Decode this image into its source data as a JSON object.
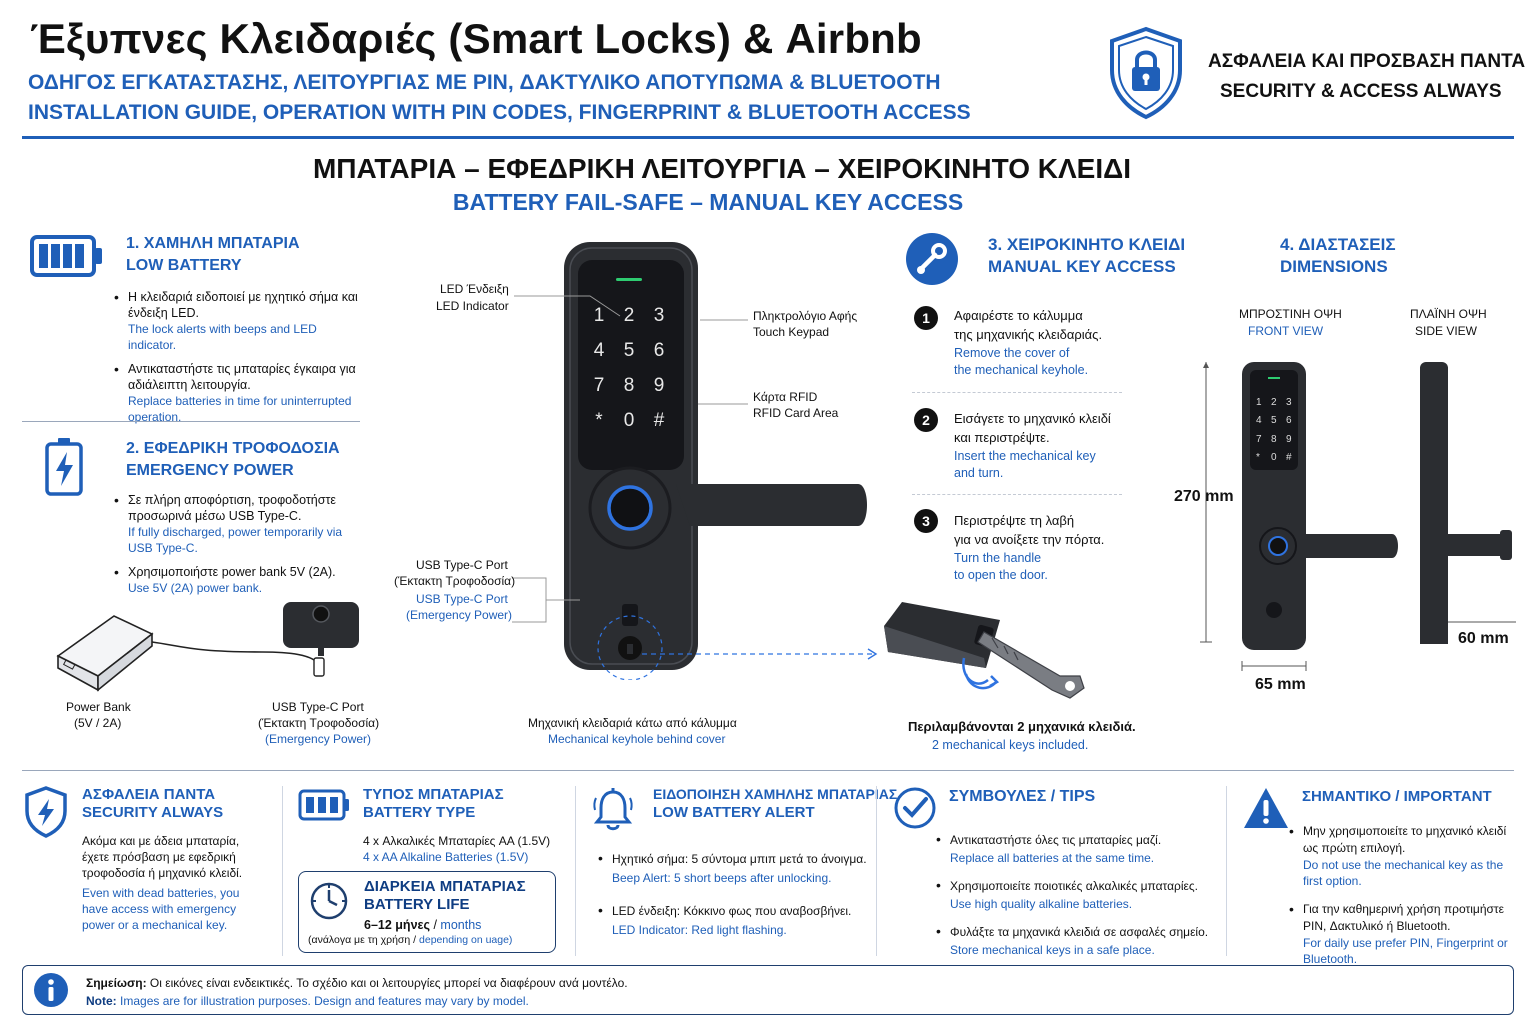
{
  "header": {
    "title": "Έξυπνες Κλειδαριές (Smart Locks) & Airbnb",
    "subtitle_gr": "ΟΔΗΓΟΣ ΕΓΚΑΤΑΣΤΑΣΗΣ, ΛΕΙΤΟΥΡΓΙΑΣ ΜΕ PIN, ΔΑΚΤΥΛΙΚΟ ΑΠΟΤΥΠΩΜΑ & BLUETOOTH",
    "subtitle_en": "INSTALLATION GUIDE, OPERATION WITH PIN CODES, FINGERPRINT & BLUETOOTH ACCESS",
    "badge_gr": "ΑΣΦΑΛΕΙΑ ΚΑΙ ΠΡΟΣΒΑΣΗ ΠΑΝΤΑ",
    "badge_en": "SECURITY & ACCESS ALWAYS"
  },
  "section": {
    "title_gr": "ΜΠΑΤΑΡΙΑ – ΕΦΕΔΡΙΚΗ ΛΕΙΤΟΥΡΓΙΑ – ΧΕΙΡΟΚΙΝΗΤΟ ΚΛΕΙΔΙ",
    "title_en": "BATTERY FAIL-SAFE – MANUAL KEY ACCESS"
  },
  "low_battery": {
    "head_gr": "1. ΧΑΜΗΛΗ ΜΠΑΤΑΡΙΑ",
    "head_en": "LOW BATTERY",
    "b1_gr": "Η κλειδαριά ειδοποιεί με ηχητικό σήμα και ένδειξη LED.",
    "b1_en": "The lock alerts with beeps and LED indicator.",
    "b2_gr": "Αντικαταστήστε τις μπαταρίες έγκαιρα για αδιάλειπτη λειτουργία.",
    "b2_en": "Replace batteries in time for uninterrupted operation."
  },
  "emergency": {
    "head_gr": "2. ΕΦΕΔΡΙΚΗ ΤΡΟΦΟΔΟΣΙΑ",
    "head_en": "EMERGENCY POWER",
    "b1_gr": "Σε πλήρη αποφόρτιση, τροφοδοτήστε προσωρινά μέσω USB Type-C.",
    "b1_en": "If fully discharged, power temporarily via USB Type-C.",
    "b2_gr": "Χρησιμοποιήστε power bank 5V (2A).",
    "b2_en": "Use 5V (2A) power bank.",
    "powerbank_1": "Power Bank",
    "powerbank_2": "(5V / 2A)",
    "usb_1": "USB Type-C Port",
    "usb_2": "(Έκτακτη Τροφοδοσία)",
    "usb_3": "(Emergency Power)"
  },
  "lock_diagram": {
    "keys": [
      "1",
      "2",
      "3",
      "4",
      "5",
      "6",
      "7",
      "8",
      "9",
      "*",
      "0",
      "#"
    ],
    "led_gr": "LED Ένδειξη",
    "led_en": "LED Indicator",
    "keypad_gr": "Πληκτρολόγιο Αφής",
    "keypad_en": "Touch Keypad",
    "rfid_gr": "Κάρτα RFID",
    "rfid_en": "RFID Card Area",
    "usb_1": "USB Type-C Port",
    "usb_2": "(Έκτακτη Τροφοδοσία)",
    "usb_3": "USB Type-C Port",
    "usb_4": "(Emergency Power)",
    "keyhole_gr": "Μηχανική κλειδαριά κάτω από κάλυμμα",
    "keyhole_en": "Mechanical keyhole behind cover"
  },
  "manual_key": {
    "head_gr": "3. ΧΕΙΡΟΚΙΝΗΤΟ ΚΛΕΙΔΙ",
    "head_en": "MANUAL KEY ACCESS",
    "steps": [
      {
        "num": "1",
        "gr1": "Αφαιρέστε το κάλυμμα",
        "gr2": "της μηχανικής κλειδαριάς.",
        "en1": "Remove the cover of",
        "en2": "the mechanical keyhole."
      },
      {
        "num": "2",
        "gr1": "Εισάγετε το μηχανικό κλειδί",
        "gr2": "και περιστρέψτε.",
        "en1": "Insert the mechanical key",
        "en2": "and turn."
      },
      {
        "num": "3",
        "gr1": "Περιστρέψτε τη λαβή",
        "gr2": "για να ανοίξετε την πόρτα.",
        "en1": "Turn the handle",
        "en2": "to open the door."
      }
    ],
    "keys_gr": "Περιλαμβάνονται 2 μηχανικά κλειδιά.",
    "keys_en": "2 mechanical keys included."
  },
  "dimensions": {
    "head_gr": "4. ΔΙΑΣΤΑΣΕΙΣ",
    "head_en": "DIMENSIONS",
    "front_gr": "ΜΠΡΟΣΤΙΝΗ ΟΨΗ",
    "front_en": "FRONT VIEW",
    "side_gr": "ΠΛΑΪΝΗ ΟΨΗ",
    "side_en": "SIDE VIEW",
    "height": "270 mm",
    "width": "65 mm",
    "depth": "60 mm"
  },
  "footer": {
    "security": {
      "head_gr": "ΑΣΦΑΛΕΙΑ ΠΑΝΤΑ",
      "head_en": "SECURITY ALWAYS",
      "gr": "Ακόμα και με άδεια μπαταρία, έχετε πρόσβαση με εφεδρική τροφοδοσία ή μηχανικό κλειδί.",
      "en": "Even with dead batteries, you have access with emergency power or a mechanical key."
    },
    "battery_type": {
      "head_gr": "ΤΥΠΟΣ ΜΠΑΤΑΡΙΑΣ",
      "head_en": "BATTERY TYPE",
      "gr": "4 x Αλκαλικές Μπαταρίες AA (1.5V)",
      "en": "4 x AA Alkaline Batteries (1.5V)",
      "life_head_gr": "ΔΙΑΡΚΕΙΑ ΜΠΑΤΑΡΙΑΣ",
      "life_head_en": "BATTERY LIFE",
      "life_value_gr": "6–12 μήνες",
      "life_value_en": "months",
      "life_note_gr": "(ανάλογα με τη χρήση /",
      "life_note_en": "depending on uage)"
    },
    "alert": {
      "head_gr": "ΕΙΔΟΠΟΙΗΣΗ ΧΑΜΗΛΗΣ ΜΠΑΤΑΡΙΑΣ",
      "head_en": "LOW BATTERY ALERT",
      "b1_gr": "Ηχητικό σήμα: 5 σύντομα μπιπ μετά το άνοιγμα.",
      "b1_en": "Beep Alert: 5 short beeps after unlocking.",
      "b2_gr": "LED ένδειξη: Κόκκινο φως που αναβοσβήνει.",
      "b2_en": "LED Indicator: Red light flashing."
    },
    "tips": {
      "head": "ΣΥΜΒΟΥΛΕΣ / TIPS",
      "b1_gr": "Αντικαταστήστε όλες τις μπαταρίες μαζί.",
      "b1_en": "Replace all batteries at the same time.",
      "b2_gr": "Χρησιμοποιείτε ποιοτικές αλκαλικές μπαταρίες.",
      "b2_en": "Use high quality alkaline batteries.",
      "b3_gr": "Φυλάξτε τα μηχανικά κλειδιά σε ασφαλές σημείο.",
      "b3_en": "Store mechanical keys in a safe place."
    },
    "important": {
      "head": "ΣΗΜΑΝΤΙΚΟ / IMPORTANT",
      "b1_gr": "Μην χρησιμοποιείτε το μηχανικό κλειδί ως πρώτη επιλογή.",
      "b1_en": "Do not use the mechanical key as the first option.",
      "b2_gr": "Για την καθημερινή χρήση προτιμήστε PIN, Δακτυλικό ή Bluetooth.",
      "b2_en": "For daily use prefer PIN, Fingerprint or Bluetooth."
    }
  },
  "note": {
    "gr_label": "Σημείωση:",
    "gr": "Οι εικόνες είναι ενδεικτικές. Το σχέδιο και οι λειτουργίες μπορεί να διαφέρουν ανά μοντέλο.",
    "en_label": "Note:",
    "en": "Images are for illustration purposes. Design and features may vary by model."
  },
  "colors": {
    "accent": "#1f5fb8",
    "dark": "#111111",
    "lock_body": "#2b2d31"
  }
}
